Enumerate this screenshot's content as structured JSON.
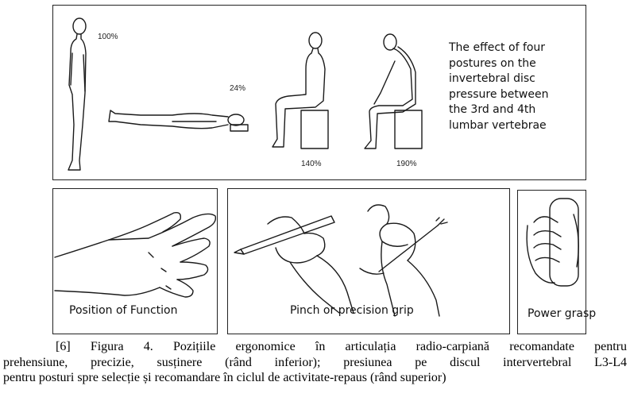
{
  "top_panel": {
    "standing_pct": "100%",
    "lying_pct": "24%",
    "sitting_upright_pct": "140%",
    "sitting_forward_pct": "190%",
    "note_lines": [
      "The effect of four",
      "postures on the",
      "invertebral disc",
      "pressure between",
      "the 3rd and 4th",
      "lumbar vertebrae"
    ]
  },
  "bottom_panels": {
    "function_label": "Position of Function",
    "pinch_label": "Pinch or precision grip",
    "power_label": "Power grasp"
  },
  "caption": {
    "line1": "[6] Figura 4. Pozițiile ergonomice în articulația radio-carpiană recomandate pentru",
    "line2": "prehensiune, precizie, susținere (rând inferior); presiunea pe discul intervertebral L3-L4",
    "line3": "pentru posturi spre selecție și recomandare în ciclul de activitate-repaus (rând superior)"
  }
}
